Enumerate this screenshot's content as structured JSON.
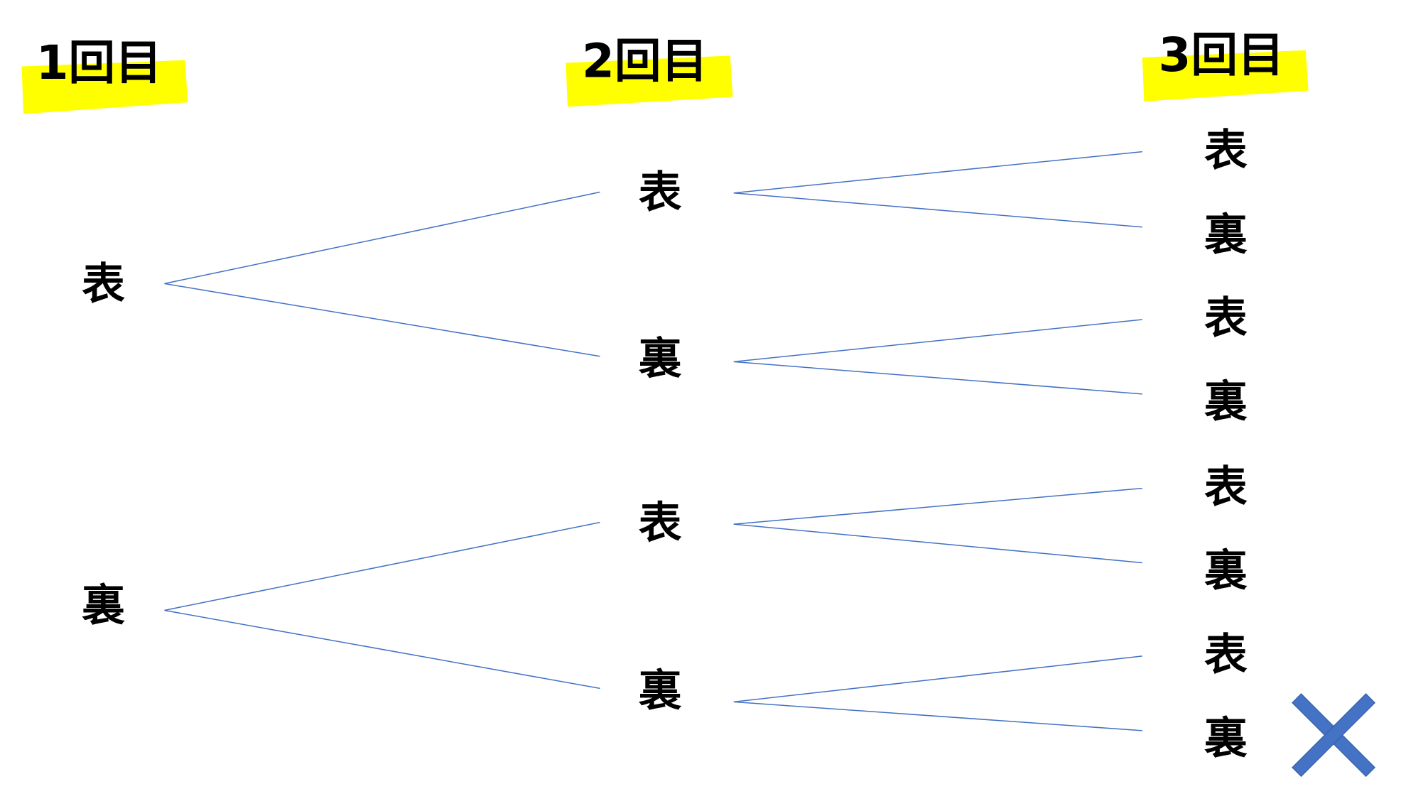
{
  "headers": [
    "1回目",
    "2回目",
    "3回目"
  ],
  "tree": {
    "level1": [
      "表",
      "裏"
    ],
    "level2": [
      "表",
      "裏",
      "表",
      "裏"
    ],
    "level3": [
      "表",
      "裏",
      "表",
      "裏",
      "表",
      "裏",
      "表",
      "裏"
    ]
  },
  "mark": {
    "icon": "cross-mark-icon",
    "color": "#4472c4"
  },
  "highlight_color": "#ffff00"
}
